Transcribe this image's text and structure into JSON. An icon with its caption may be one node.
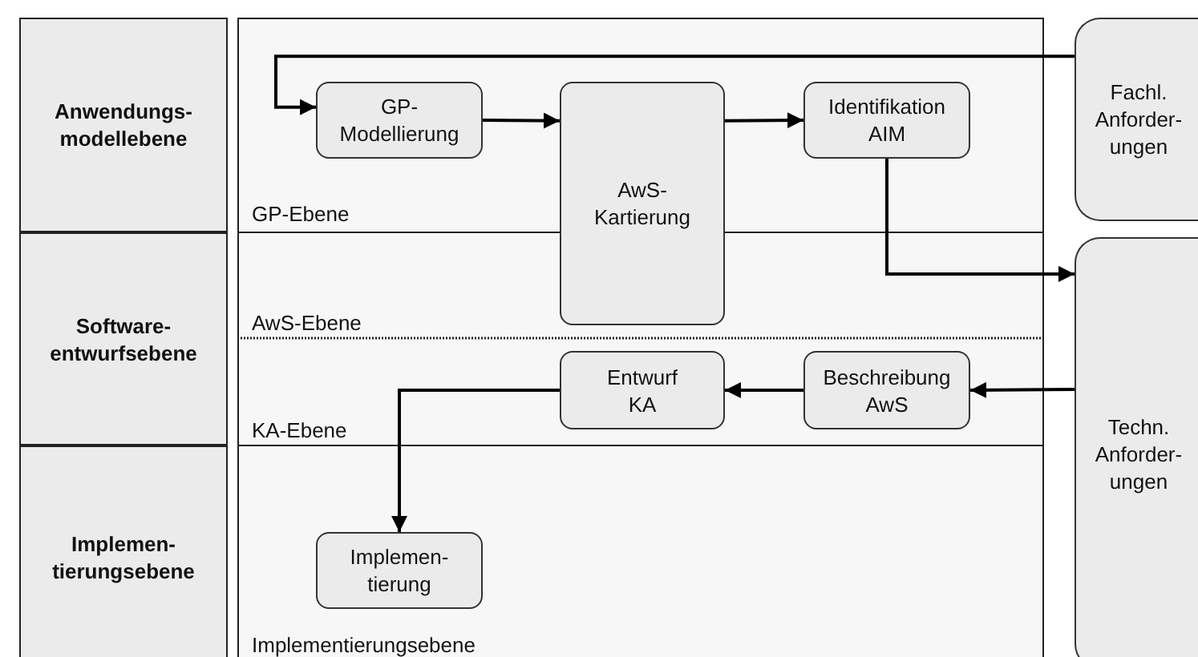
{
  "diagram": {
    "nodes": [
      {
        "text": [
          "Anwendungs- modellebene"
        ]
      },
      {
        "text": [
          "Software- entwurfsebene"
        ]
      },
      {
        "text": [
          "Implemen- tierungsebene"
        ]
      },
      {
        "text": [
          "GP- Modellierung"
        ]
      },
      {
        "text": [
          "AwS- Kartierung"
        ]
      },
      {
        "text": [
          "Identifikation AIM"
        ]
      },
      {
        "text": [
          "Fachl. Anforder- ungen"
        ]
      },
      {
        "text": [
          "Techn. Anforder- ungen"
        ]
      },
      {
        "text": [
          "Entwurf KA"
        ]
      },
      {
        "text": [
          "Beschreibung AwS"
        ]
      },
      {
        "text": [
          "Implemen- tierung"
        ]
      }
    ],
    "edges": [
      {
        "from": 6,
        "to": 3,
        "arrow": "to"
      },
      {
        "from": 3,
        "to": 4,
        "arrow": "to"
      },
      {
        "from": 4,
        "to": 5,
        "arrow": "to"
      },
      {
        "from": 5,
        "to": 7,
        "arrow": "to"
      },
      {
        "from": 7,
        "to": 9,
        "arrow": "to"
      },
      {
        "from": 9,
        "to": 8,
        "arrow": "to"
      },
      {
        "from": 8,
        "to": 10,
        "arrow": "to"
      }
    ],
    "labels": [
      "GP-Ebene",
      "AwS-Ebene",
      "KA-Ebene",
      "Implementierungsebene"
    ]
  }
}
